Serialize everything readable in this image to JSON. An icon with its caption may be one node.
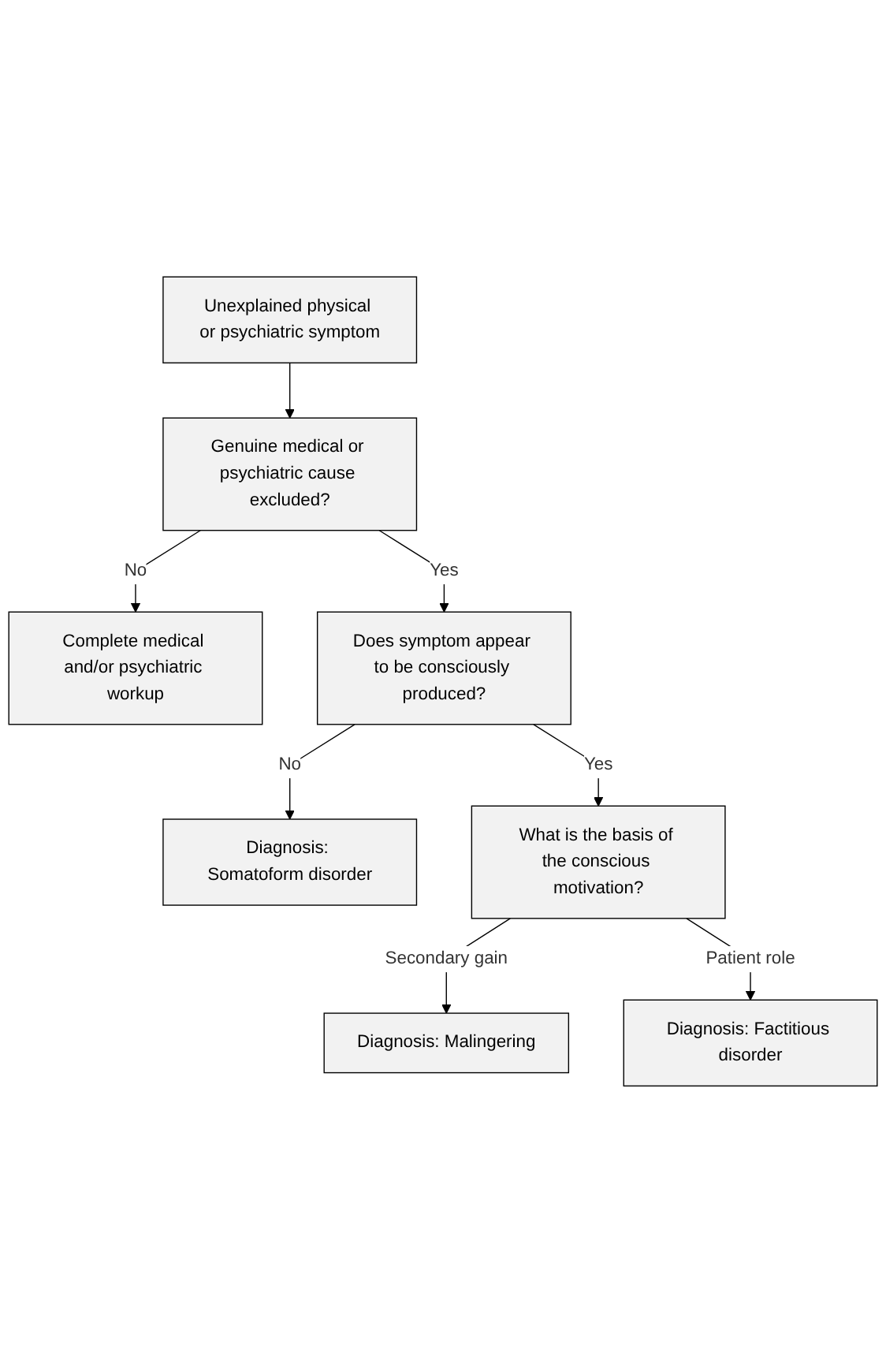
{
  "diagram": {
    "nodes": [
      {
        "text": [
          "Unexplained physical or psychiatric symptom"
        ]
      },
      {
        "text": [
          "Genuine medical or psychiatric cause excluded?"
        ]
      },
      {
        "text": [
          "Complete medical and/or psychiatric workup"
        ]
      },
      {
        "text": [
          "Does symptom appear to be consciously produced?"
        ]
      },
      {
        "text": [
          "Diagnosis: Somatoform disorder"
        ]
      },
      {
        "text": [
          "What is the basis of the conscious motivation?"
        ]
      },
      {
        "text": [
          "Diagnosis: Malingering"
        ]
      },
      {
        "text": [
          "Diagnosis: Factitious disorder"
        ]
      }
    ],
    "edges": [
      {
        "from": 0,
        "to": 1,
        "arrow": "to"
      },
      {
        "from": 1,
        "to": 2,
        "arrow": "to",
        "label": "No"
      },
      {
        "from": 1,
        "to": 3,
        "arrow": "to",
        "label": "Yes"
      },
      {
        "from": 3,
        "to": 4,
        "arrow": "to",
        "label": "No"
      },
      {
        "from": 3,
        "to": 5,
        "arrow": "to",
        "label": "Yes"
      },
      {
        "from": 5,
        "to": 6,
        "arrow": "to",
        "label": "Secondary gain"
      },
      {
        "from": 5,
        "to": 7,
        "arrow": "to",
        "label": "Patient role"
      }
    ]
  }
}
